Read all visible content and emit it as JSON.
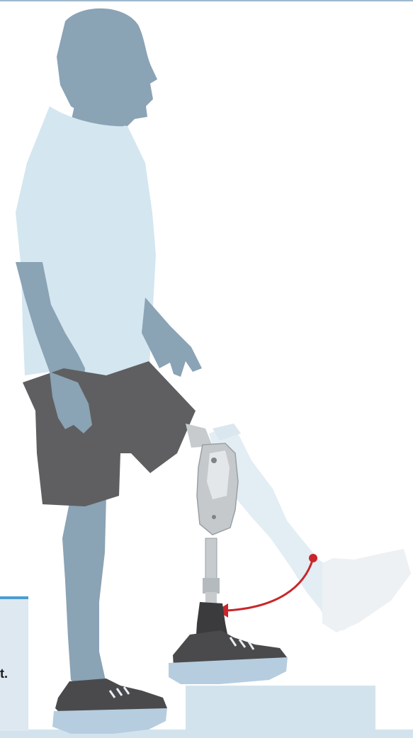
{
  "side_panel": {
    "text": "t."
  },
  "colors": {
    "skin": "#8aa3b5",
    "shirt": "#d4e6f0",
    "shorts": "#5f5f61",
    "shoe": "#4a4a4c",
    "sole": "#b6cde0",
    "prosthesis_metal": "#c7cbce",
    "ghost_leg": "#e0ecf3",
    "arrow": "#c8262a",
    "accent": "#4a9ed1"
  },
  "illustration": {
    "subject": "standing-person-with-leg-prosthesis",
    "motion_arrow": "arc-arrow"
  }
}
